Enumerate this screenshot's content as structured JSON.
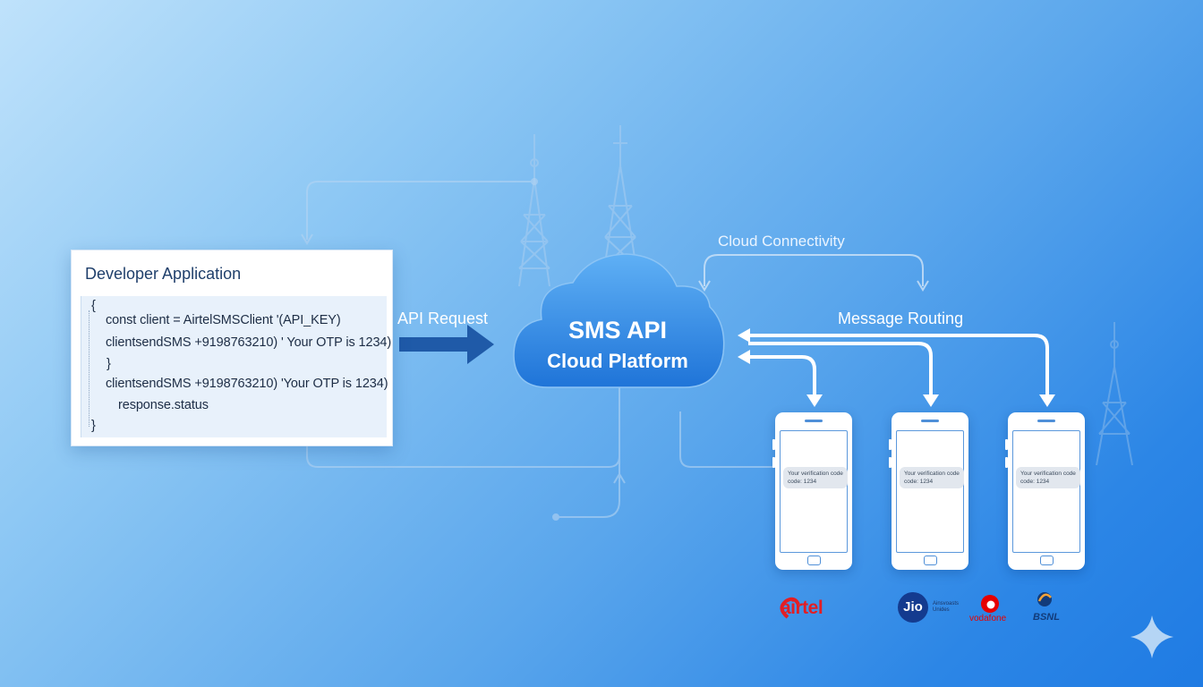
{
  "developer_app": {
    "title": "Developer Application",
    "code_lines": [
      "{",
      "const client = AirtelSMSClient '(API_KEY)",
      "clientsendSMS  +919876321​0) ' Your OTP is 1234)",
      "}",
      "clientsendSMS  +9198763210) 'Your OTP is 1234)",
      "response.status",
      "}"
    ]
  },
  "labels": {
    "api_request": "API Request",
    "cloud_connectivity": "Cloud Connectivity",
    "message_routing": "Message Routing"
  },
  "cloud": {
    "title": "SMS API",
    "subtitle": "Cloud Platform"
  },
  "phones": [
    {
      "message": "Your verification code code: 1234"
    },
    {
      "message": "Your verification code code: 1234"
    },
    {
      "message": "Your verification code code: 1234"
    }
  ],
  "carriers": {
    "airtel": "airtel",
    "jio": "Jio",
    "jio_tagline": "Ainsvoasts Unides",
    "vodafone": "vodafone",
    "bsnl": "BSNL"
  },
  "colors": {
    "arrow_blue": "#1f5aa8",
    "cloud_blue": "#2f86e3",
    "airtel_red": "#e31e24",
    "jio_blue": "#143b8f",
    "vodafone_red": "#e60000",
    "bsnl_blue": "#123b7a"
  },
  "icons": [
    "cell-tower-icon",
    "cloud-icon",
    "smartphone-icon",
    "sparkle-icon",
    "airtel-logo",
    "jio-logo",
    "vodafone-logo",
    "bsnl-logo"
  ]
}
